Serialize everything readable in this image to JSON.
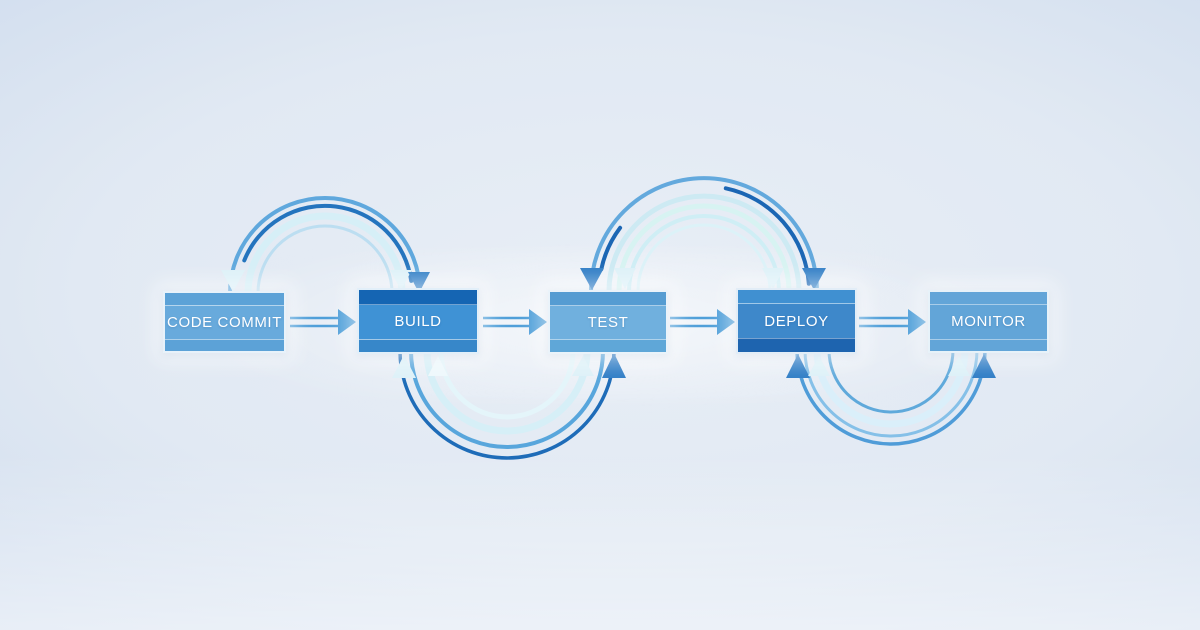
{
  "pipeline": {
    "stages": [
      {
        "id": "code-commit",
        "label": "CODE COMMIT",
        "color": "#68aadc"
      },
      {
        "id": "build",
        "label": "BUILD",
        "color": "#3f92d5",
        "header_color": "#1565b3"
      },
      {
        "id": "test",
        "label": "TEST",
        "color": "#70b0de"
      },
      {
        "id": "deploy",
        "label": "DEPLOY",
        "color": "#3e88ca",
        "footer_color": "#1e64af"
      },
      {
        "id": "monitor",
        "label": "MONITOR",
        "color": "#62a5d8"
      }
    ],
    "connections": [
      {
        "from": "CODE COMMIT",
        "to": "BUILD",
        "type": "forward-arrow"
      },
      {
        "from": "BUILD",
        "to": "TEST",
        "type": "forward-arrow"
      },
      {
        "from": "TEST",
        "to": "DEPLOY",
        "type": "forward-arrow"
      },
      {
        "from": "DEPLOY",
        "to": "MONITOR",
        "type": "forward-arrow"
      }
    ],
    "feedback_loops": [
      {
        "between": [
          "CODE COMMIT",
          "BUILD"
        ],
        "position": "top",
        "style": "multi-strand arc, arrowheads into both boxes"
      },
      {
        "between": [
          "BUILD",
          "TEST"
        ],
        "position": "bottom",
        "style": "multi-strand arc, arrowheads into both boxes"
      },
      {
        "between": [
          "TEST",
          "DEPLOY"
        ],
        "position": "top",
        "style": "multi-strand arc, arrowheads into both boxes"
      },
      {
        "between": [
          "DEPLOY",
          "MONITOR"
        ],
        "position": "bottom",
        "style": "multi-strand arc, arrowheads into both boxes"
      }
    ],
    "palette": {
      "arc_dark": "#1b66b4",
      "arc_medium": "#58a6dc",
      "arc_light": "#a9d6ee",
      "arc_pale": "#d9f0f8",
      "arrowhead_blue": "#2e7cc5",
      "arrowhead_pale": "#ddf1f8",
      "label_text": "#ffffff",
      "background_edge": "#c7d7ea",
      "background_center": "#e8eef6"
    }
  }
}
